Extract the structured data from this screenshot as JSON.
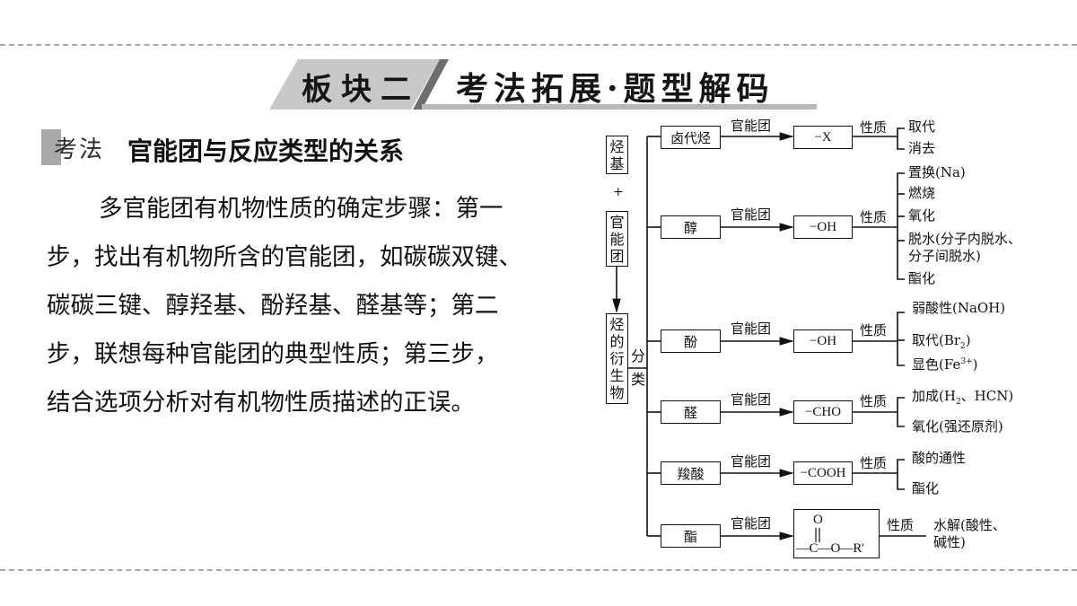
{
  "banner": {
    "section": "板块二",
    "title": "考法拓展·题型解码"
  },
  "topic": {
    "tag": "考法",
    "heading": "官能团与反应类型的关系"
  },
  "paragraph": {
    "lines": [
      "多官能团有机物性质的确定步骤：第一",
      "步，找出有机物所含的官能团，如碳碳双键、",
      "碳碳三键、醇羟基、酚羟基、醛基等；第二",
      "步，联想每种官能团的典型性质；第三步，",
      "结合选项分析对有机物性质描述的正误。"
    ]
  },
  "diagram": {
    "left_top_box": [
      "烃",
      "基"
    ],
    "plus": "+",
    "left_mid_box": [
      "官",
      "能",
      "团"
    ],
    "left_bottom_box": [
      "烃",
      "的",
      "衍",
      "生",
      "物"
    ],
    "classify": [
      "分",
      "类"
    ],
    "arrow_label": "官能团",
    "property_label": "性质",
    "rows": [
      {
        "class": "卤代烃",
        "group": "−X",
        "properties": [
          "取代",
          "消去"
        ]
      },
      {
        "class": "醇",
        "group": "−OH",
        "properties": [
          "置换(Na)",
          "燃烧",
          "氧化",
          "脱水(分子内脱水、",
          "分子间脱水)",
          "酯化"
        ]
      },
      {
        "class": "酚",
        "group": "−OH",
        "properties": [
          "弱酸性(NaOH)",
          "取代(Br",
          "显色(Fe"
        ]
      },
      {
        "class": "醛",
        "group": "−CHO",
        "properties": [
          "加成(H",
          "、HCN)",
          "氧化(强还原剂)"
        ]
      },
      {
        "class": "羧酸",
        "group": "−COOH",
        "properties": [
          "酸的通性",
          "酯化"
        ]
      },
      {
        "class": "酯",
        "group_top": "O",
        "group_bottom": "—C—O—R′",
        "properties": [
          "水解(酸性、",
          "碱性)"
        ]
      }
    ],
    "sub_2": "2",
    "sup_3plus": "3+",
    "close_paren": ")"
  }
}
